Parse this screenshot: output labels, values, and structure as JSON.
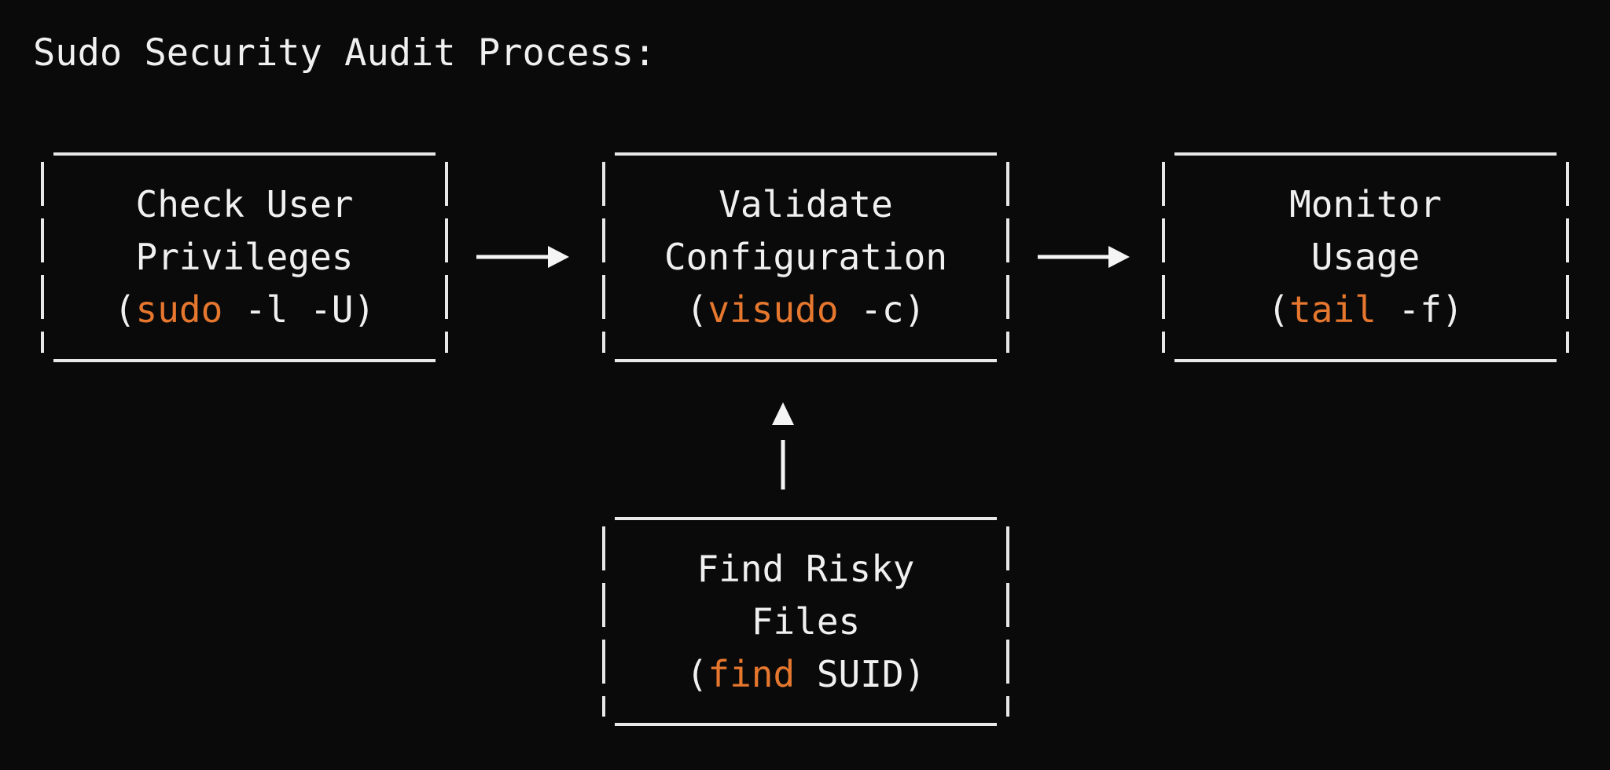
{
  "title": "Sudo Security Audit Process:",
  "colors": {
    "background": "#0a0a0a",
    "text": "#f0f0f0",
    "accent": "#e6772e",
    "line": "#e8e8e8"
  },
  "nodes": [
    {
      "id": "check-user-privileges",
      "line1": "Check User",
      "line2": "Privileges",
      "cmd_open": "(",
      "cmd": "sudo",
      "cmd_rest": " -l -U)"
    },
    {
      "id": "validate-configuration",
      "line1": "Validate",
      "line2": "Configuration",
      "cmd_open": "(",
      "cmd": "visudo",
      "cmd_rest": " -c)"
    },
    {
      "id": "monitor-usage",
      "line1": "Monitor",
      "line2": "Usage",
      "cmd_open": "(",
      "cmd": "tail",
      "cmd_rest": " -f)"
    },
    {
      "id": "find-risky-files",
      "line1": "Find Risky",
      "line2": "Files",
      "cmd_open": "(",
      "cmd": "find",
      "cmd_rest": " SUID)"
    }
  ]
}
